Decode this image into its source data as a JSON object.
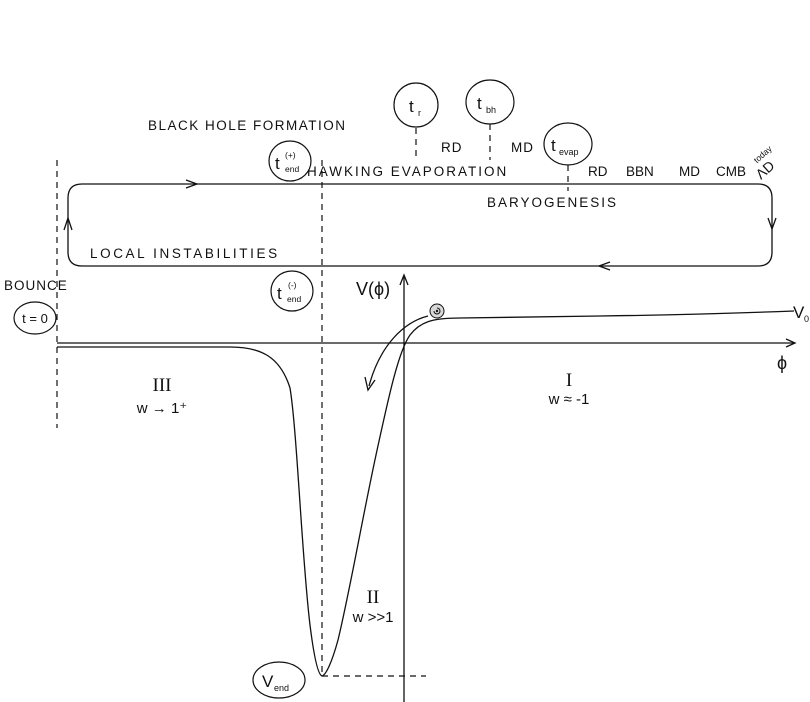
{
  "cycle": {
    "black_hole_formation": "BLACK HOLE FORMATION",
    "hawking_evaporation": "HAWKING EVAPORATION",
    "baryogenesis": "BARYOGENESIS",
    "local_instabilities": "LOCAL INSTABILITIES",
    "bounce": "BOUNCE",
    "eras_early": [
      "RD",
      "MD"
    ],
    "eras_late": [
      "RD",
      "BBN",
      "MD",
      "CMB"
    ],
    "lambda_d": "ΛD",
    "today": "today"
  },
  "times": {
    "t_zero": "t = 0",
    "t_r": {
      "main": "t",
      "sub": "r"
    },
    "t_bh": {
      "main": "t",
      "sub": "bh"
    },
    "t_evap": {
      "main": "t",
      "sub": "evap"
    },
    "t_end_plus": {
      "main": "t",
      "sup": "(+)",
      "sub": "end"
    },
    "t_end_minus": {
      "main": "t",
      "sup": "(-)",
      "sub": "end"
    }
  },
  "potential": {
    "axis_y": "V(ϕ)",
    "axis_x": "ϕ",
    "v0": {
      "main": "V",
      "sub": "0"
    },
    "v_end": {
      "main": "V",
      "sub": "end"
    },
    "regions": [
      {
        "numeral": "III",
        "eos": "w → 1⁺"
      },
      {
        "numeral": "II",
        "eos": "w >>1"
      },
      {
        "numeral": "I",
        "eos": "w ≈ -1"
      }
    ]
  }
}
